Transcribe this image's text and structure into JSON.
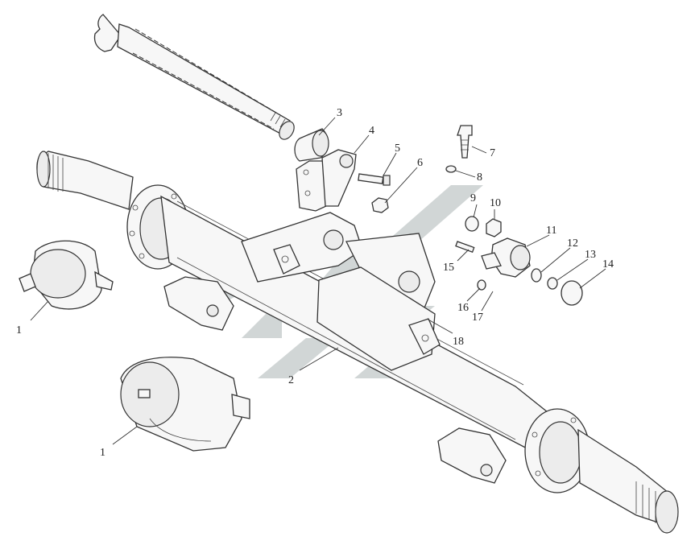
{
  "diagram": {
    "callouts": [
      {
        "id": "c1a",
        "text": "1"
      },
      {
        "id": "c1b",
        "text": "1"
      },
      {
        "id": "c2",
        "text": "2"
      },
      {
        "id": "c3",
        "text": "3"
      },
      {
        "id": "c4",
        "text": "4"
      },
      {
        "id": "c5",
        "text": "5"
      },
      {
        "id": "c6",
        "text": "6"
      },
      {
        "id": "c7",
        "text": "7"
      },
      {
        "id": "c8",
        "text": "8"
      },
      {
        "id": "c9",
        "text": "9"
      },
      {
        "id": "c10",
        "text": "10"
      },
      {
        "id": "c11",
        "text": "11"
      },
      {
        "id": "c12",
        "text": "12"
      },
      {
        "id": "c13",
        "text": "13"
      },
      {
        "id": "c14",
        "text": "14"
      },
      {
        "id": "c15",
        "text": "15"
      },
      {
        "id": "c16",
        "text": "16"
      },
      {
        "id": "c17",
        "text": "17"
      },
      {
        "id": "c18",
        "text": "18"
      }
    ],
    "colors": {
      "line": "#333333",
      "watermark": "#c9cfcf",
      "background": "#ffffff"
    }
  }
}
